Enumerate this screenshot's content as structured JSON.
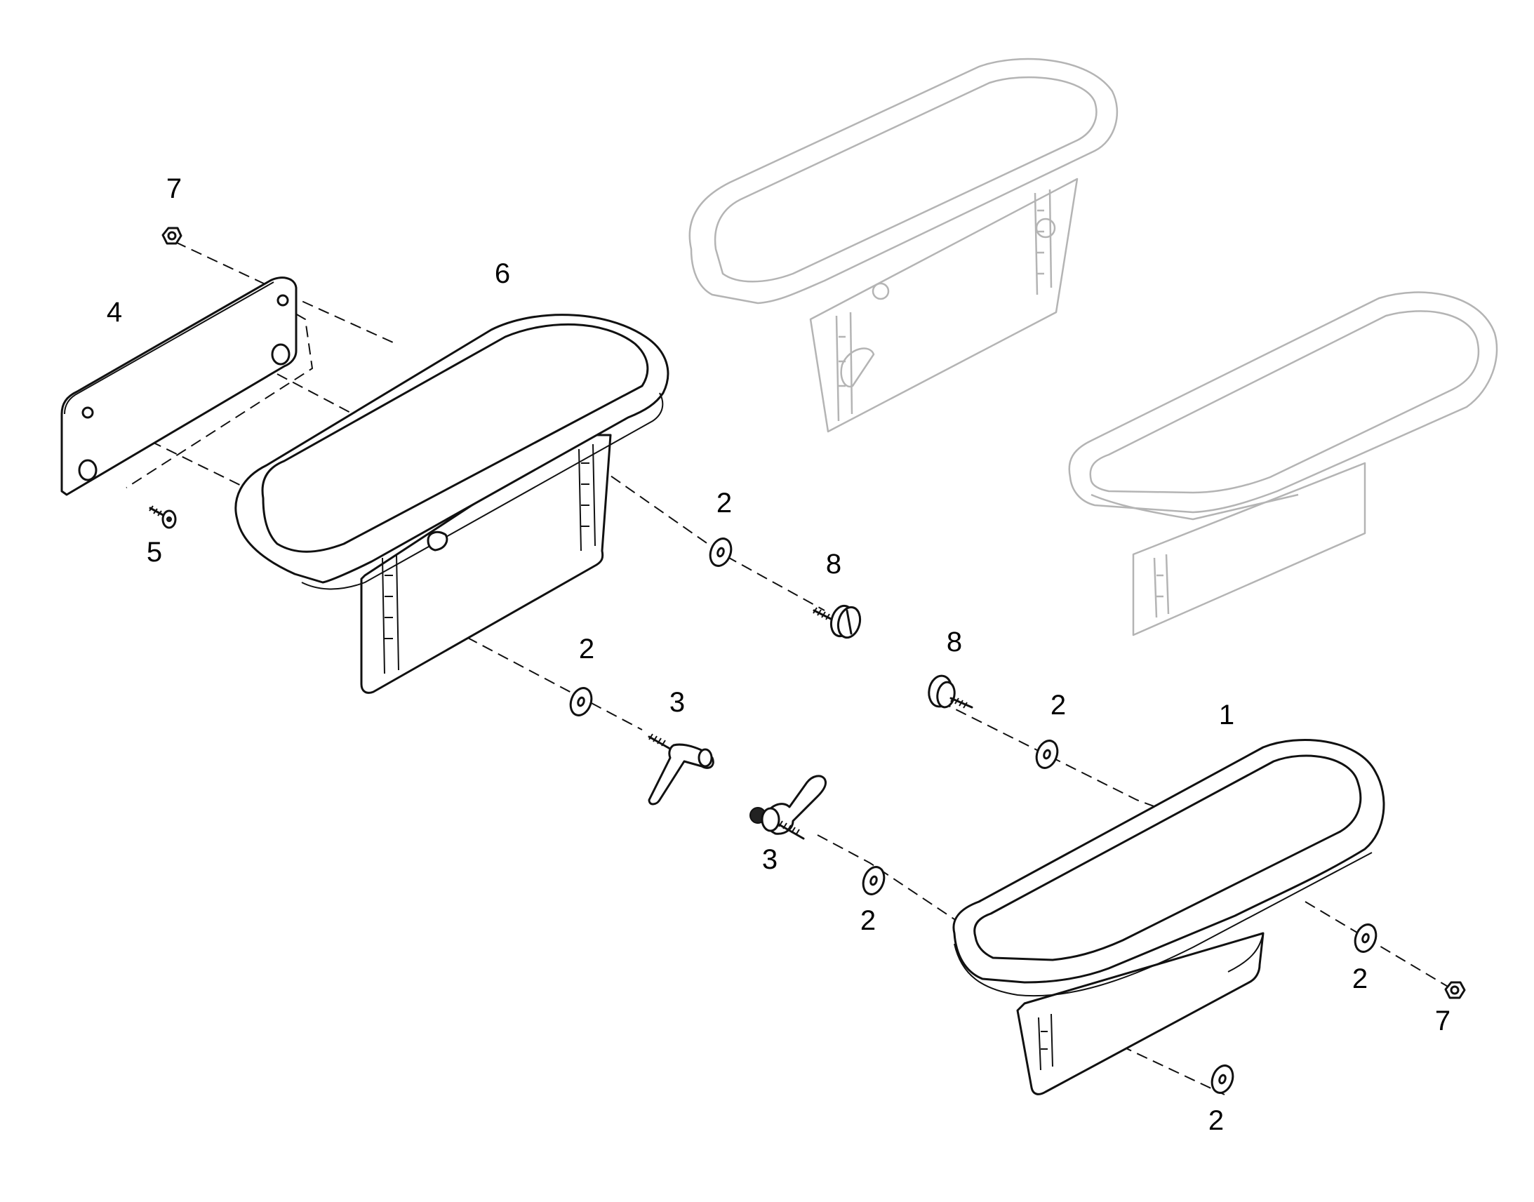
{
  "callouts": {
    "n1": "1",
    "n2": "2",
    "n3": "3",
    "n4": "4",
    "n5": "5",
    "n6": "6",
    "n7": "7",
    "n8": "8"
  },
  "colors": {
    "line": "#111111",
    "ghost": "#b4b4b4",
    "background": "#ffffff"
  }
}
